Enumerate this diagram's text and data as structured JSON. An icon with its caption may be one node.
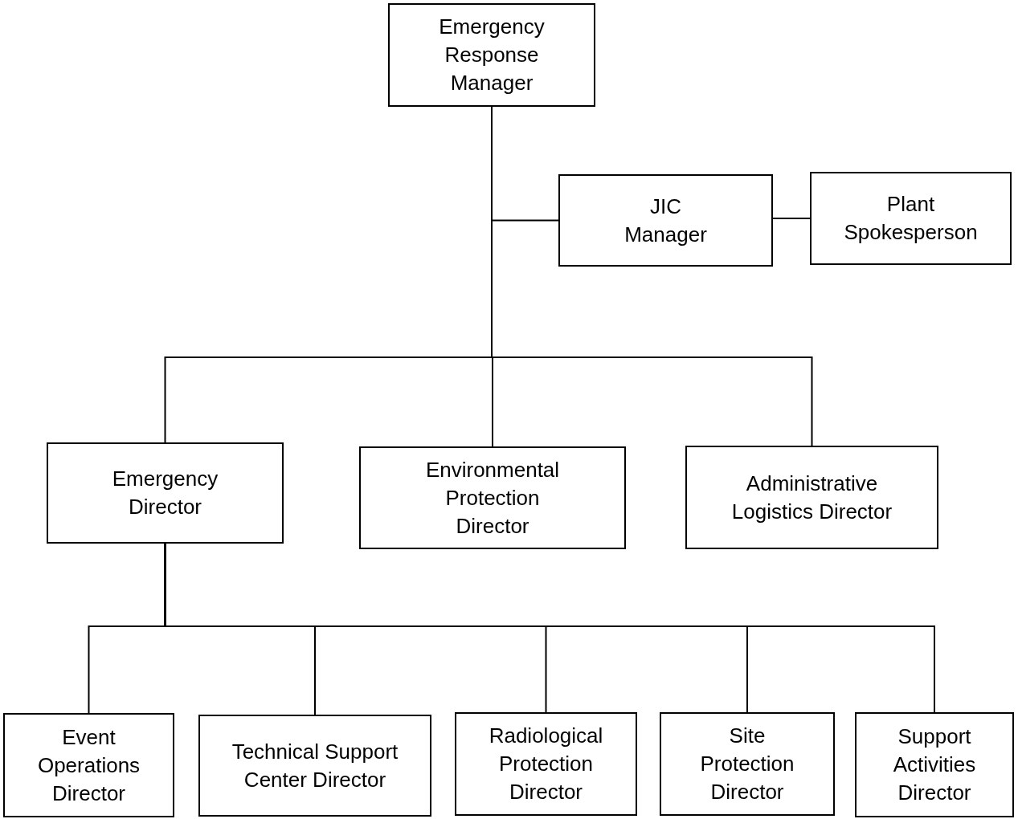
{
  "diagram": {
    "nodes": [
      {
        "text": [
          "Emergency Response Manager"
        ]
      },
      {
        "text": [
          "JIC Manager"
        ]
      },
      {
        "text": [
          "Plant Spokesperson"
        ]
      },
      {
        "text": [
          "Emergency Director"
        ]
      },
      {
        "text": [
          "Environmental Protection Director"
        ]
      },
      {
        "text": [
          "Administrative Logistics Director"
        ]
      },
      {
        "text": [
          "Event Operations Director"
        ]
      },
      {
        "text": [
          "Technical Support Center Director"
        ]
      },
      {
        "text": [
          "Radiological Protection Director"
        ]
      },
      {
        "text": [
          "Site Protection Director"
        ]
      },
      {
        "text": [
          "Support Activities Director"
        ]
      }
    ],
    "edges": [
      {
        "from": 0,
        "to": 1,
        "arrow": "none"
      },
      {
        "from": 1,
        "to": 2,
        "arrow": "none"
      },
      {
        "from": 0,
        "to": 3,
        "arrow": "none"
      },
      {
        "from": 0,
        "to": 4,
        "arrow": "none"
      },
      {
        "from": 0,
        "to": 5,
        "arrow": "none"
      },
      {
        "from": 3,
        "to": 6,
        "arrow": "none"
      },
      {
        "from": 3,
        "to": 7,
        "arrow": "none"
      },
      {
        "from": 3,
        "to": 8,
        "arrow": "none"
      },
      {
        "from": 3,
        "to": 9,
        "arrow": "none"
      },
      {
        "from": 3,
        "to": 10,
        "arrow": "none"
      }
    ]
  }
}
